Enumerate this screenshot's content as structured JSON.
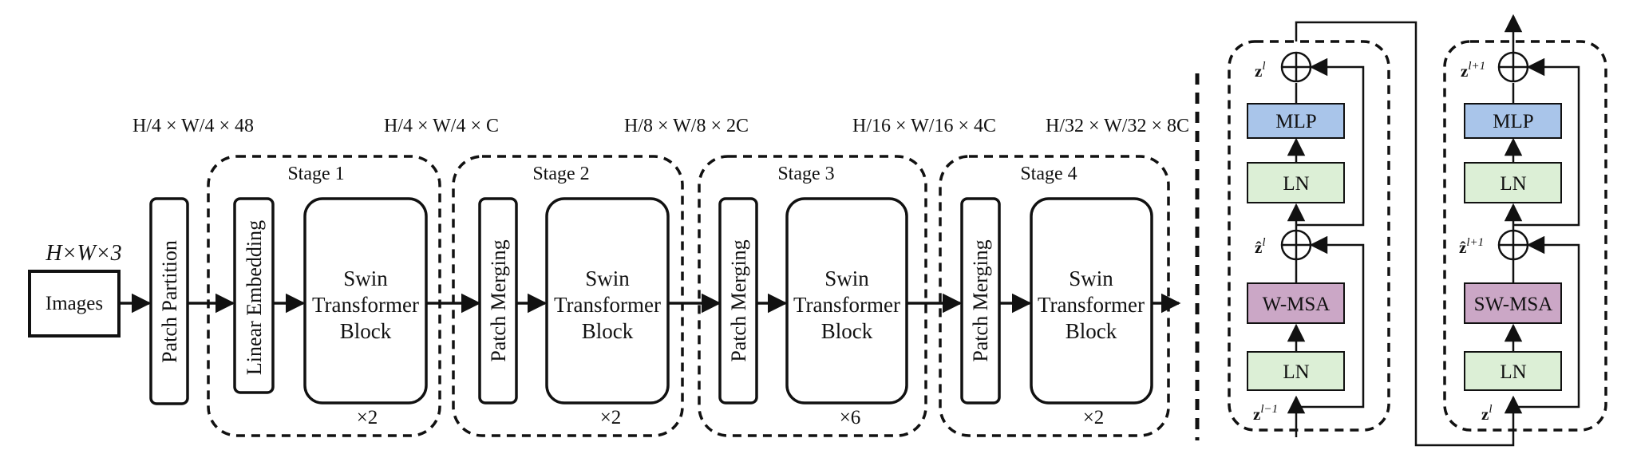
{
  "input": {
    "dims": "H×W×3",
    "label": "Images"
  },
  "partition": {
    "label": "Patch Partition",
    "dims": "H/4 × W/4 × 48"
  },
  "stages": [
    {
      "title": "Stage 1",
      "first": "Linear Embedding",
      "block_lines": [
        "Swin",
        "Transformer",
        "Block"
      ],
      "repeat": "×2",
      "out_dims": "H/4 × W/4 × C"
    },
    {
      "title": "Stage 2",
      "first": "Patch Merging",
      "block_lines": [
        "Swin",
        "Transformer",
        "Block"
      ],
      "repeat": "×2",
      "out_dims": "H/8 × W/8 × 2C"
    },
    {
      "title": "Stage 3",
      "first": "Patch Merging",
      "block_lines": [
        "Swin",
        "Transformer",
        "Block"
      ],
      "repeat": "×6",
      "out_dims": "H/16 × W/16 × 4C"
    },
    {
      "title": "Stage 4",
      "first": "Patch Merging",
      "block_lines": [
        "Swin",
        "Transformer",
        "Block"
      ],
      "repeat": "×2",
      "out_dims": "H/32 × W/32 × 8C"
    }
  ],
  "detail_blocks": [
    {
      "attn": "W-MSA",
      "ln": "LN",
      "mlp": "MLP",
      "z_in": "z^{l-1}",
      "z_mid": "ẑ^{l}",
      "z_out": "z^{l}"
    },
    {
      "attn": "SW-MSA",
      "ln": "LN",
      "mlp": "MLP",
      "z_in": "z^{l}",
      "z_mid": "ẑ^{l+1}",
      "z_out": "z^{l+1}"
    }
  ],
  "colors": {
    "mlp": "#a9c5ea",
    "ln": "#dcefd6",
    "attn": "#cba7c6"
  }
}
